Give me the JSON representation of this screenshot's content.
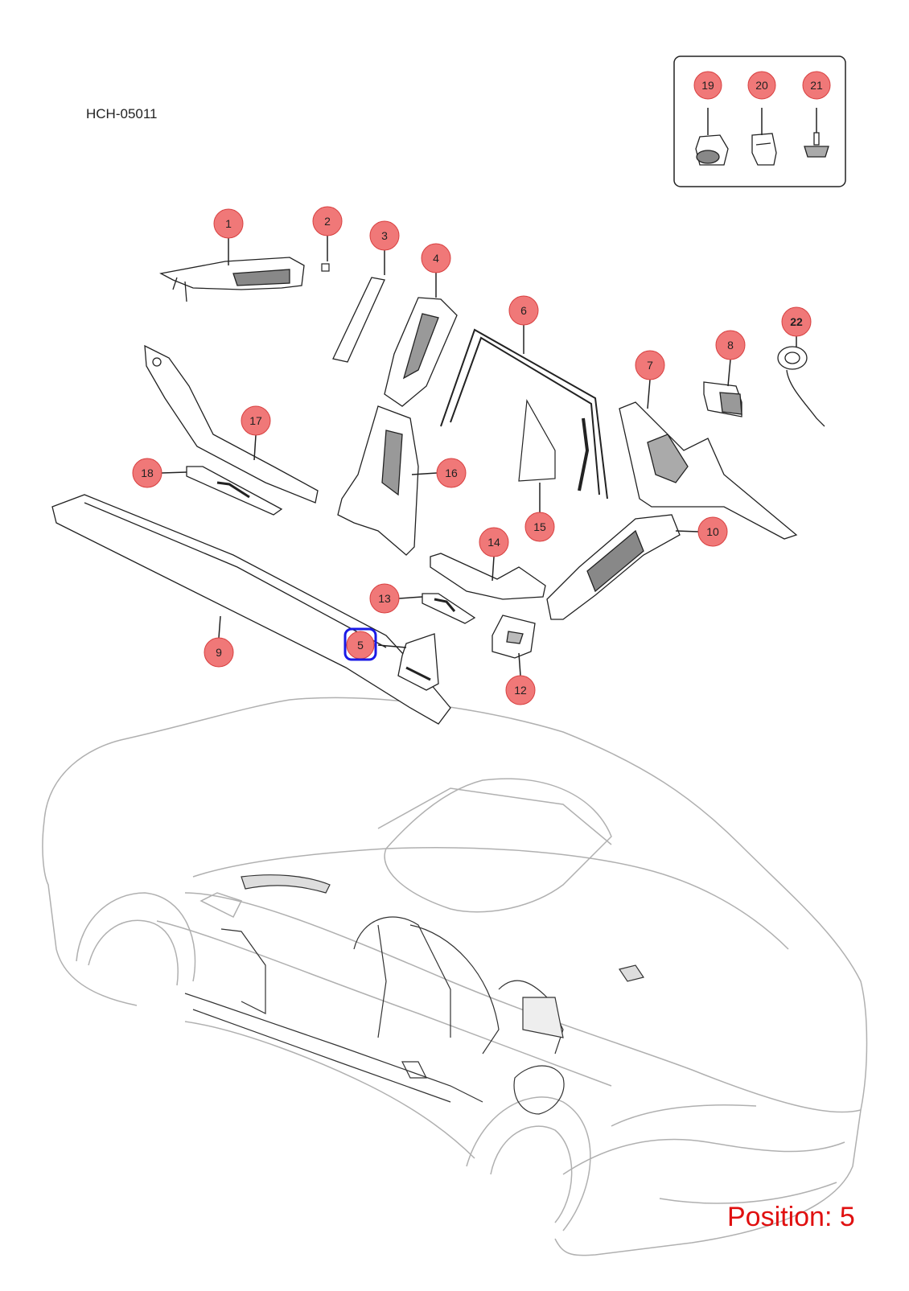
{
  "diagram": {
    "code": "HCH-05011",
    "position_label": "Position: 5",
    "selected": "5",
    "callout_fill": "#f07878",
    "callout_stroke": "#d84040",
    "highlight_color": "#1a1ae6",
    "callouts": [
      {
        "id": "1",
        "label": "1"
      },
      {
        "id": "2",
        "label": "2"
      },
      {
        "id": "3",
        "label": "3"
      },
      {
        "id": "4",
        "label": "4"
      },
      {
        "id": "5",
        "label": "5"
      },
      {
        "id": "6",
        "label": "6"
      },
      {
        "id": "7",
        "label": "7"
      },
      {
        "id": "8",
        "label": "8"
      },
      {
        "id": "9",
        "label": "9"
      },
      {
        "id": "10",
        "label": "10"
      },
      {
        "id": "12",
        "label": "12"
      },
      {
        "id": "13",
        "label": "13"
      },
      {
        "id": "14",
        "label": "14"
      },
      {
        "id": "15",
        "label": "15"
      },
      {
        "id": "16",
        "label": "16"
      },
      {
        "id": "17",
        "label": "17"
      },
      {
        "id": "18",
        "label": "18"
      },
      {
        "id": "19",
        "label": "19"
      },
      {
        "id": "20",
        "label": "20"
      },
      {
        "id": "21",
        "label": "21"
      },
      {
        "id": "22",
        "label": "22"
      }
    ]
  }
}
